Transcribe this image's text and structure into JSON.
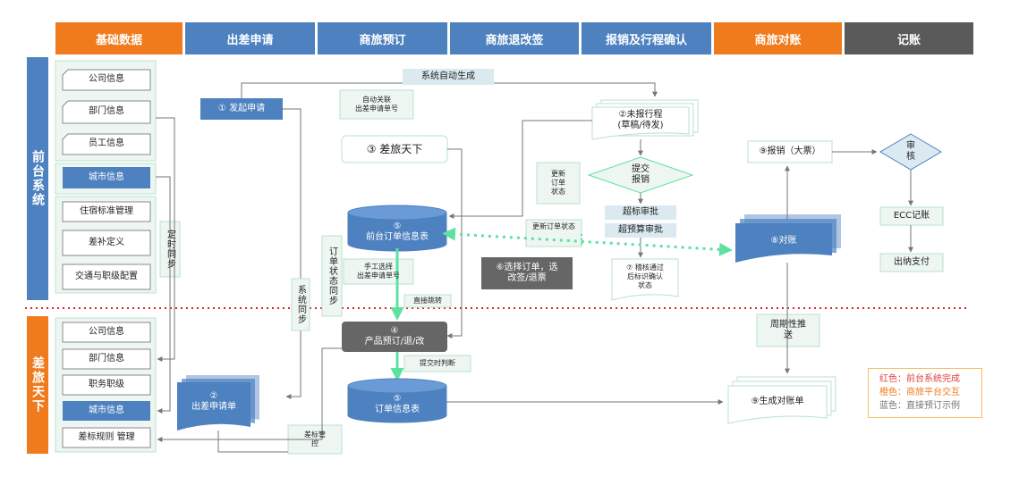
{
  "headers": [
    {
      "id": "basic",
      "label": "基础数据",
      "color": "#f07b1c"
    },
    {
      "id": "travel-apply",
      "label": "出差申请",
      "color": "#4d81c0"
    },
    {
      "id": "booking",
      "label": "商旅预订",
      "color": "#4d81c0"
    },
    {
      "id": "change",
      "label": "商旅退改签",
      "color": "#4d81c0"
    },
    {
      "id": "reimburse",
      "label": "报销及行程确认",
      "color": "#4d81c0"
    },
    {
      "id": "reconcile",
      "label": "商旅对账",
      "color": "#f07b1c"
    },
    {
      "id": "accounting",
      "label": "记账",
      "color": "#5a5a5a"
    }
  ],
  "sides": {
    "front": "前台系统",
    "ctrip": "差旅天下"
  },
  "front_basic": [
    "公司信息",
    "部门信息",
    "员工信息",
    "城市信息",
    "住宿标准管理",
    "差补定义",
    "交通与职级配置"
  ],
  "ctrip_basic": [
    "公司信息",
    "部门信息",
    "职务职级",
    "城市信息",
    "差标规则 管理"
  ],
  "flow": {
    "system_auto": "系统自动生成",
    "auto_link": "自动关联\n出差申请单号",
    "start_apply": "① 发起申请",
    "ctrip_box": "③ 差旅天下",
    "not_reported": "②未报行程\n(草稿/待发)",
    "submit_reimburse": "提交\n报销",
    "update_order_status": "更新\n订单\n状态",
    "over_standard": "超标审批",
    "over_budget": "超预算审批",
    "update_order_status2": "更新订单状态",
    "front_order_table": "⑤\n前台订单信息表",
    "order_status_sync": "订单状态同步",
    "manual_select": "手工选择\n出差申请单号",
    "choose_order": "⑥选择订单，选\n改签/退票",
    "audit_pass": "⑦ 稽核通过\n后标识确认\n状态",
    "direct_jump": "直接跳转",
    "product_booking": "④\n产品预订/退/改",
    "submit_judge": "提交时判断",
    "order_table": "⑤\n订单信息表",
    "travel_apply_form": "②\n出差申请单",
    "system_sync": "系统同步",
    "timed_sync": "定时同步",
    "std_control": "差标管\n控",
    "reimburse_ticket": "⑨报销（大票）",
    "reconcile": "⑧对账",
    "audit": "审\n核",
    "ecc": "ECC记账",
    "cashier": "出纳支付",
    "periodic_push": "周期性推\n送",
    "gen_statement": "⑨生成对账单"
  },
  "legend": [
    {
      "text": "红色：前台系统完成",
      "color": "#e04040"
    },
    {
      "text": "橙色：商旅平台交互",
      "color": "#f07b1c"
    },
    {
      "text": "蓝色：直接预订示例",
      "color": "#777777"
    }
  ]
}
